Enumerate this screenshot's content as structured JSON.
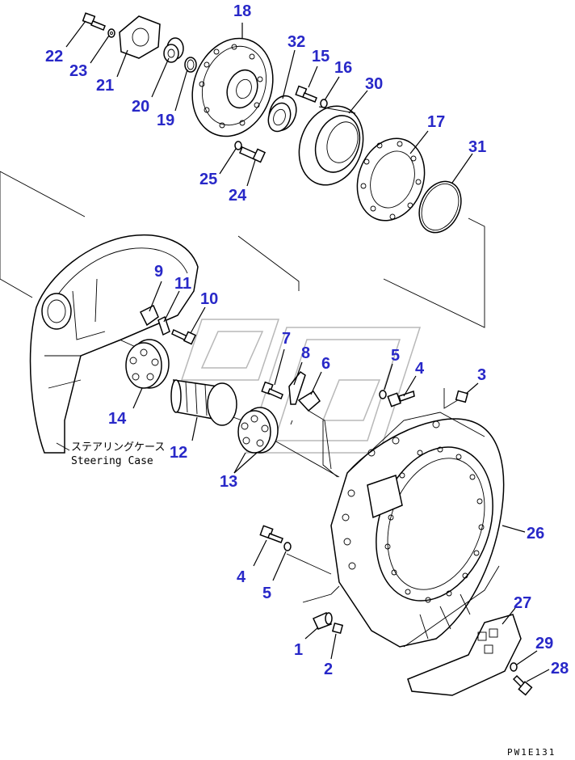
{
  "caption": {
    "japanese": "ステアリングケース",
    "english": "Steering Case"
  },
  "figure_code": "PW1E131",
  "callouts": [
    {
      "id": "c22",
      "label": "22"
    },
    {
      "id": "c23",
      "label": "23"
    },
    {
      "id": "c21",
      "label": "21"
    },
    {
      "id": "c20",
      "label": "20"
    },
    {
      "id": "c19",
      "label": "19"
    },
    {
      "id": "c18",
      "label": "18"
    },
    {
      "id": "c32",
      "label": "32"
    },
    {
      "id": "c15",
      "label": "15"
    },
    {
      "id": "c16",
      "label": "16"
    },
    {
      "id": "c30",
      "label": "30"
    },
    {
      "id": "c17",
      "label": "17"
    },
    {
      "id": "c31",
      "label": "31"
    },
    {
      "id": "c25",
      "label": "25"
    },
    {
      "id": "c24",
      "label": "24"
    },
    {
      "id": "c9",
      "label": "9"
    },
    {
      "id": "c11",
      "label": "11"
    },
    {
      "id": "c10",
      "label": "10"
    },
    {
      "id": "c14",
      "label": "14"
    },
    {
      "id": "c12",
      "label": "12"
    },
    {
      "id": "c13",
      "label": "13"
    },
    {
      "id": "c7",
      "label": "7"
    },
    {
      "id": "c8",
      "label": "8"
    },
    {
      "id": "c6",
      "label": "6"
    },
    {
      "id": "c5a",
      "label": "5"
    },
    {
      "id": "c4a",
      "label": "4"
    },
    {
      "id": "c3",
      "label": "3"
    },
    {
      "id": "c26",
      "label": "26"
    },
    {
      "id": "c4b",
      "label": "4"
    },
    {
      "id": "c5b",
      "label": "5"
    },
    {
      "id": "c1",
      "label": "1"
    },
    {
      "id": "c2",
      "label": "2"
    },
    {
      "id": "c27",
      "label": "27"
    },
    {
      "id": "c29",
      "label": "29"
    },
    {
      "id": "c28",
      "label": "28"
    }
  ]
}
